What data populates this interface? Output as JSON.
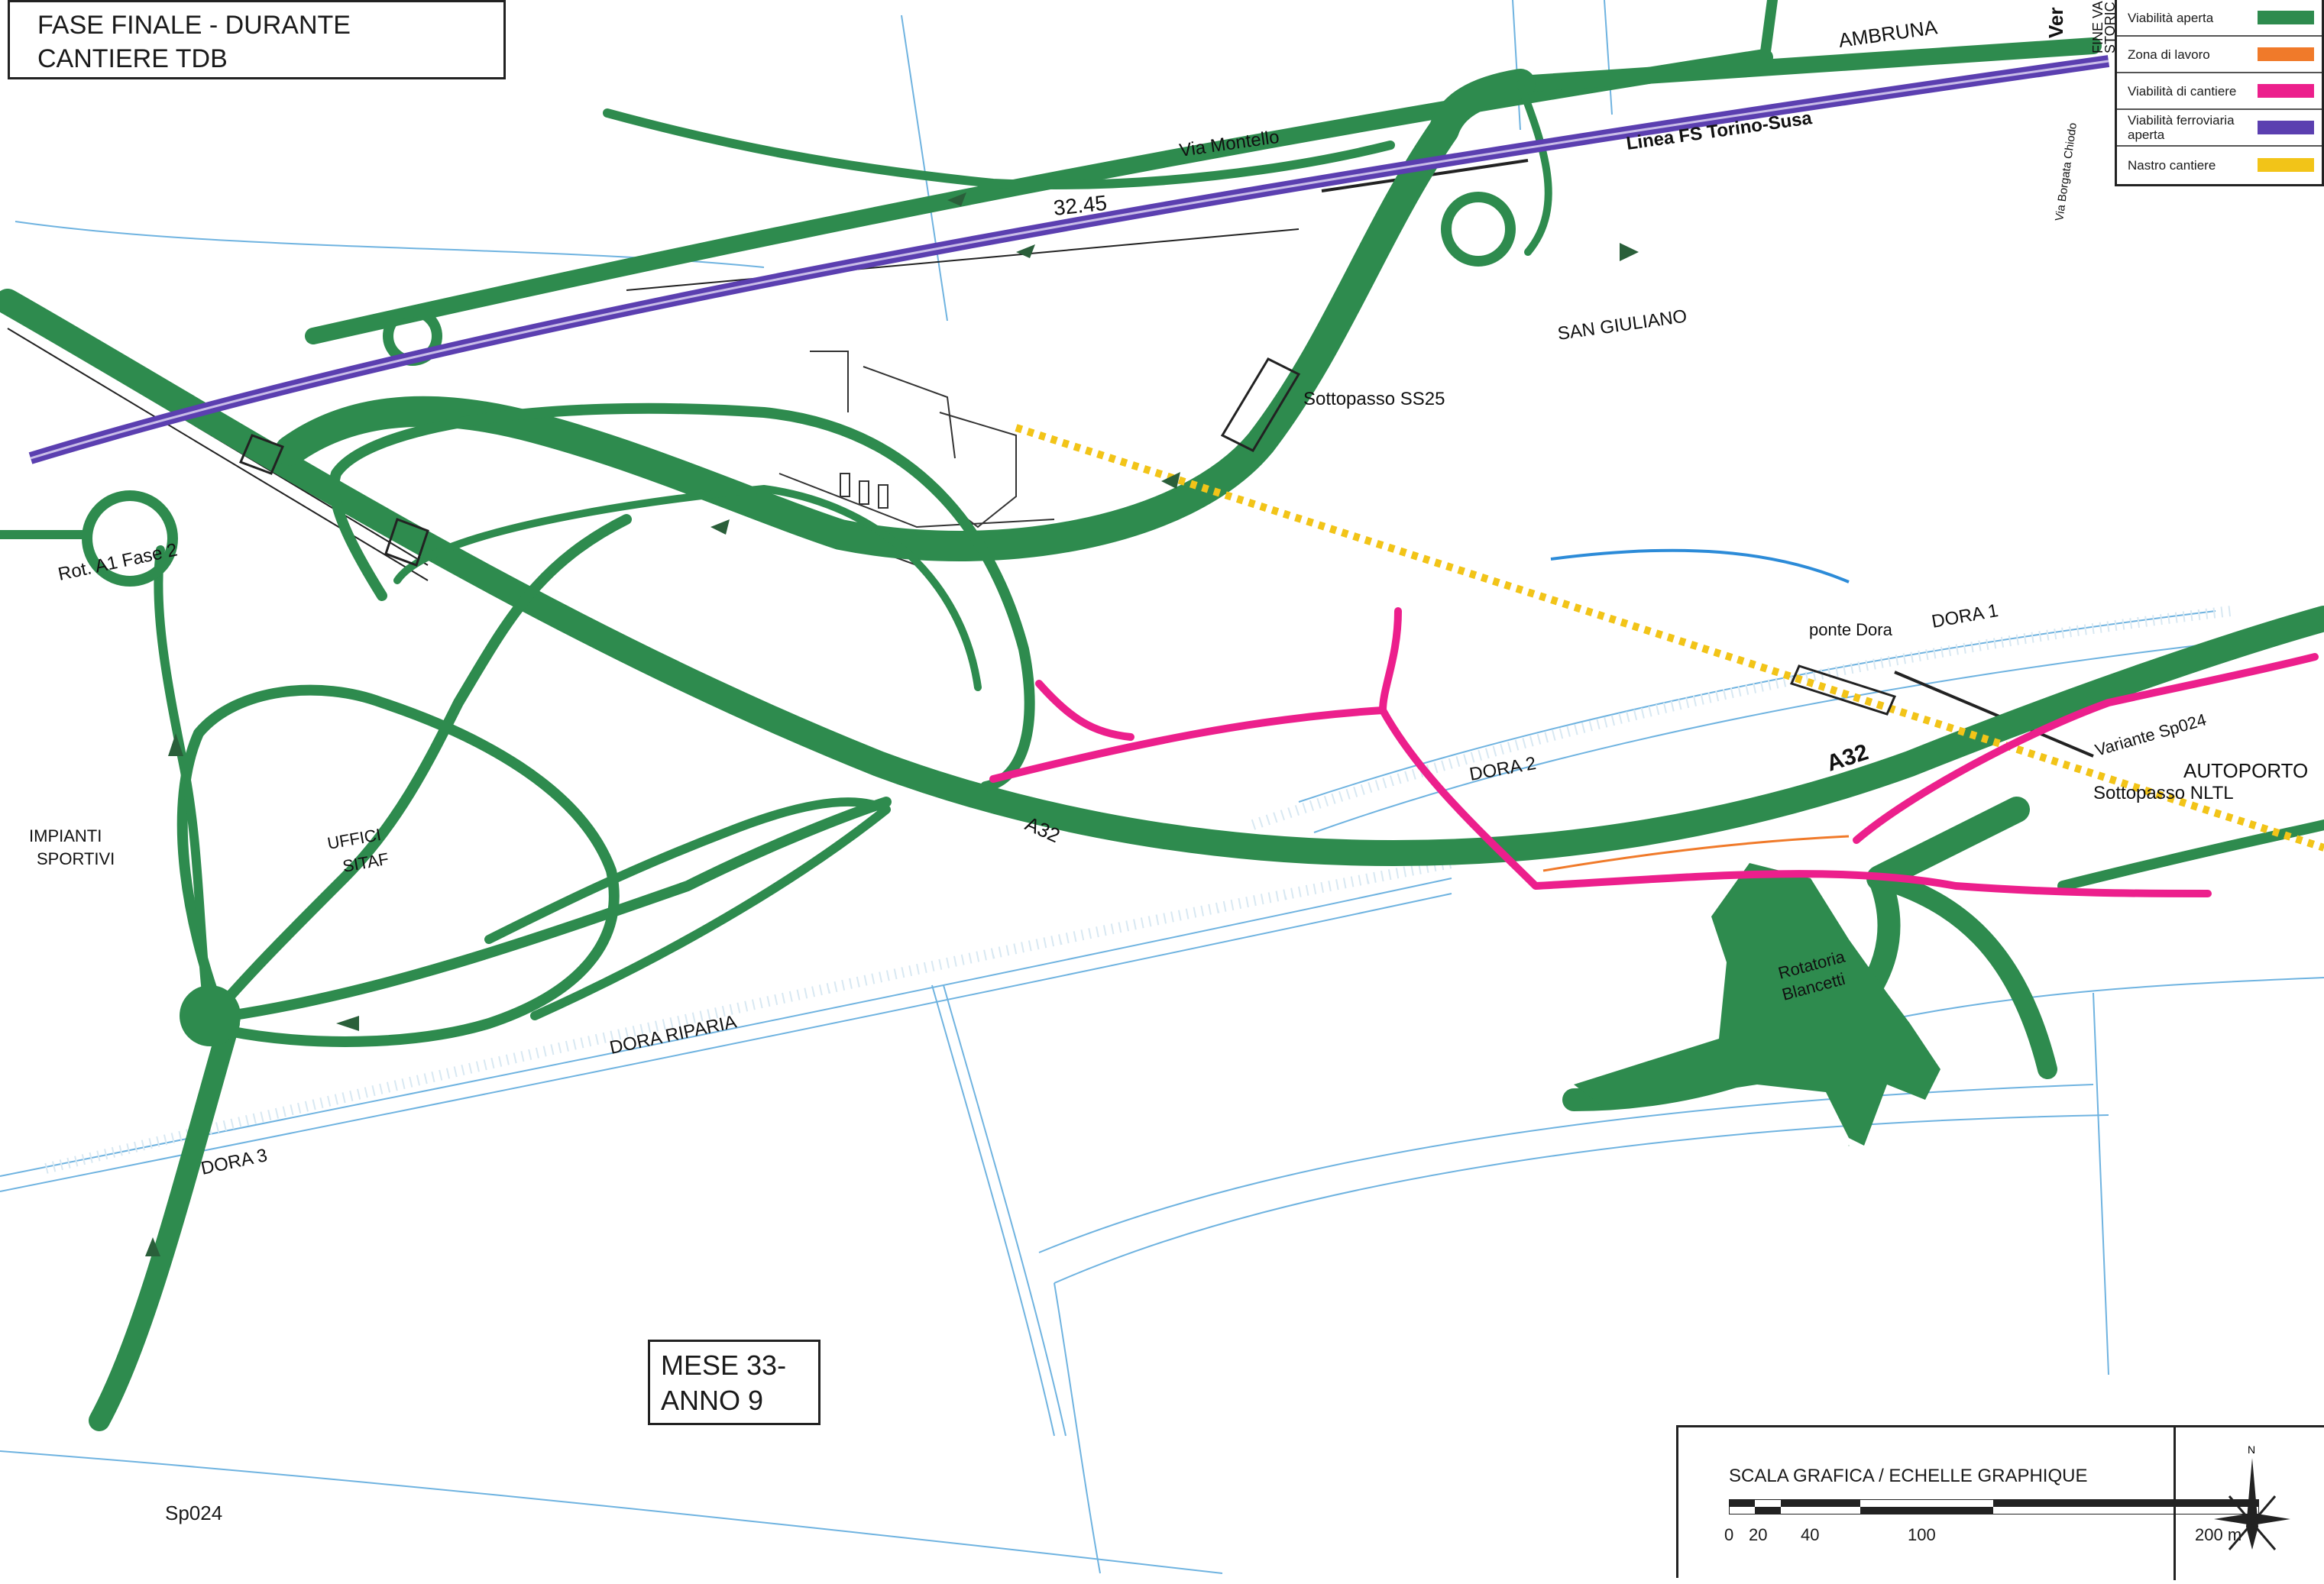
{
  "title": {
    "line1": "FASE FINALE - DURANTE",
    "line2": "CANTIERE TDB"
  },
  "phase_box": {
    "line1": "MESE 33-",
    "line2": "ANNO 9"
  },
  "sheet_code": "Sp024",
  "legend": [
    {
      "label": "Viabilità aperta",
      "color": "#2e8b4e"
    },
    {
      "label": "Zona di lavoro",
      "color": "#f07a2a"
    },
    {
      "label": "Viabilità di cantiere",
      "color": "#ec1f8c"
    },
    {
      "label": "Viabilità ferroviaria aperta",
      "color": "#5b3fb0"
    },
    {
      "label": "Nastro cantiere",
      "color": "#f2c418"
    }
  ],
  "scale": {
    "title": "SCALA GRAFICA / ECHELLE GRAPHIQUE",
    "ticks": [
      "0",
      "20",
      "40",
      "100",
      "200 m"
    ]
  },
  "north_label": "N",
  "map_labels": {
    "ambruna": "AMBRUNA",
    "via_montello": "Via Montello",
    "linea_fs": "Linea FS Torino-Susa",
    "via_borgata": "Via Borgata Chiodo",
    "fine_va": "FINE VA",
    "storic": "STORIC",
    "ver": "Ver",
    "km": "32.45",
    "san_giuliano": "SAN GIULIANO",
    "sottopasso_ss25": "Sottopasso SS25",
    "rot_a1": "Rot. A1 Fase 2",
    "ponte_dora": "ponte Dora",
    "dora1": "DORA 1",
    "dora2": "DORA 2",
    "dora3": "DORA 3",
    "dora_riparia": "DORA RIPARIA",
    "a32_left": "A32",
    "a32_right": "A32",
    "variante": "Variante Sp024",
    "autoporto": "AUTOPORTO",
    "sottopasso_nltl": "Sottopasso NLTL",
    "impianti_1": "IMPIANTI",
    "impianti_2": "SPORTIVI",
    "uffici_1": "UFFICI",
    "uffici_2": "SITAF",
    "rotatoria_1": "Rotatoria",
    "rotatoria_2": "Blancetti"
  }
}
